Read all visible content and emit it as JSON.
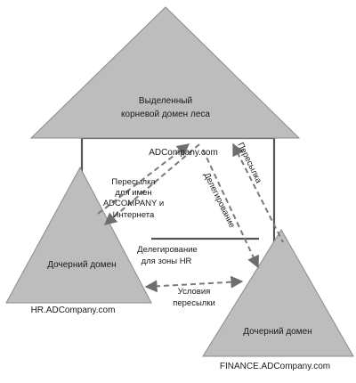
{
  "diagram": {
    "root": {
      "label_line1": "Выделенный",
      "label_line2": "корневой домен леса",
      "domain_name": "ADCompany.com"
    },
    "child_hr": {
      "label": "Дочерний домен",
      "domain_name": "HR.ADCompany.com"
    },
    "child_finance": {
      "label": "Дочерний домен",
      "domain_name": "FINANCE.ADCompany.com"
    },
    "arrows": {
      "forwarding_names": [
        "Пересылка",
        "для имен",
        "ADCOMPANY и",
        "Интернета"
      ],
      "delegation_hr": [
        "Делегирование",
        "для зоны HR"
      ],
      "conditional_forwarding": [
        "Условия",
        "пересылки"
      ],
      "delegation_finance": "Делегирование",
      "forwarding_finance": "Пересылка"
    },
    "colors": {
      "triangle_fill": "#bdbdbd",
      "triangle_stroke": "#8a8a8a",
      "line": "#555555",
      "dash": "#7a7a7a"
    }
  }
}
